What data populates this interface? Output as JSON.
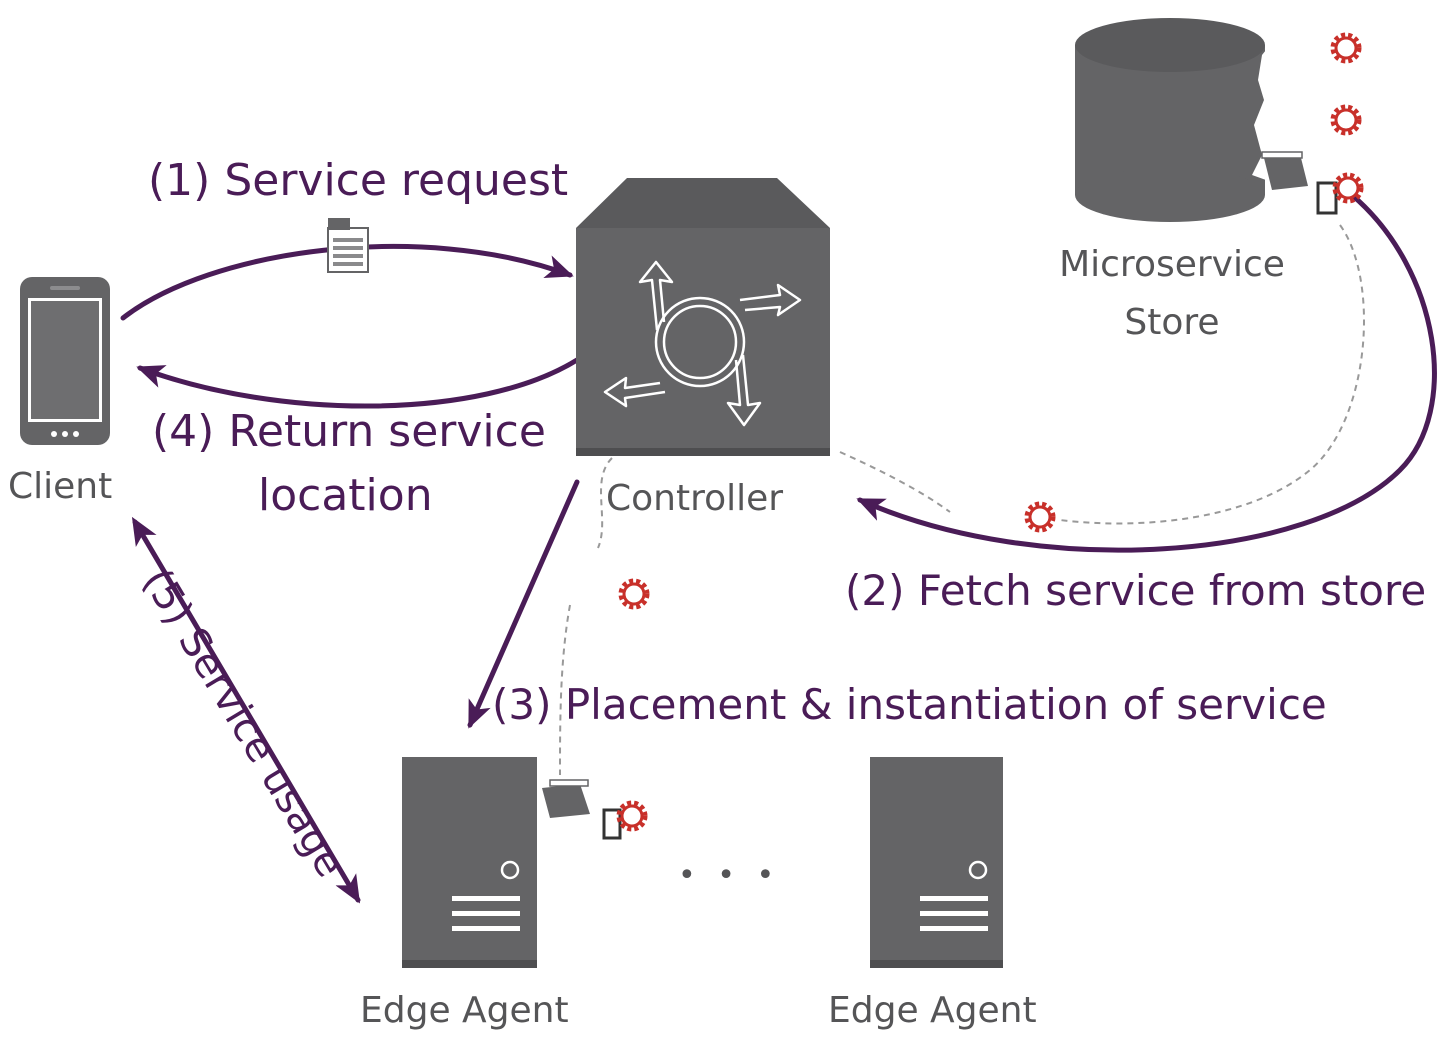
{
  "colors": {
    "accent": "#4a1c57",
    "node_gray": "#646466",
    "node_text": "#555557",
    "gear_red": "#c8302a",
    "dashed": "#999999"
  },
  "nodes": {
    "client": "Client",
    "controller": "Controller",
    "store_line1": "Microservice",
    "store_line2": "Store",
    "edge_agent_1": "Edge Agent",
    "edge_agent_2": "Edge Agent",
    "ellipsis": "• • •"
  },
  "steps": {
    "s1": "(1) Service request",
    "s2": "(2) Fetch service from store",
    "s3": "(3) Placement & instantiation of service",
    "s4_line1": "(4) Return service",
    "s4_line2": "location",
    "s5": "(5) Service usage"
  },
  "icons": [
    "phone-icon",
    "controller-icon",
    "database-icon",
    "server-icon",
    "gear-icon",
    "folder-icon",
    "document-icon"
  ]
}
